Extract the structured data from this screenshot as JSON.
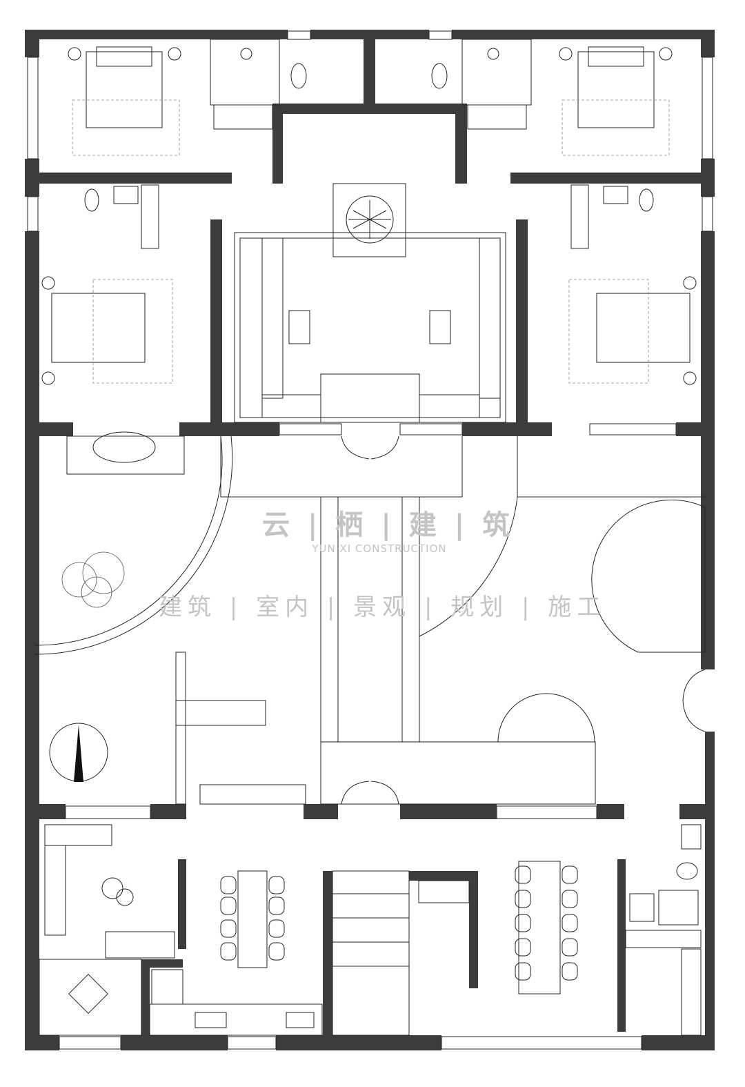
{
  "watermark": {
    "title": "云 | 栖 | 建 | 筑",
    "subtitle": "YUN XI CONSTRUCTION",
    "services": "建筑 | 室内 | 景观 | 规划 | 施工"
  },
  "colors": {
    "wall": "#3c3b3d",
    "line": "#222222",
    "watermark": "#c4c4c4"
  },
  "icons": [
    "north-arrow-icon",
    "tree-icon",
    "bed-icon",
    "toilet-icon",
    "sink-icon",
    "bathtub-icon",
    "dining-chair-icon",
    "stove-icon"
  ]
}
